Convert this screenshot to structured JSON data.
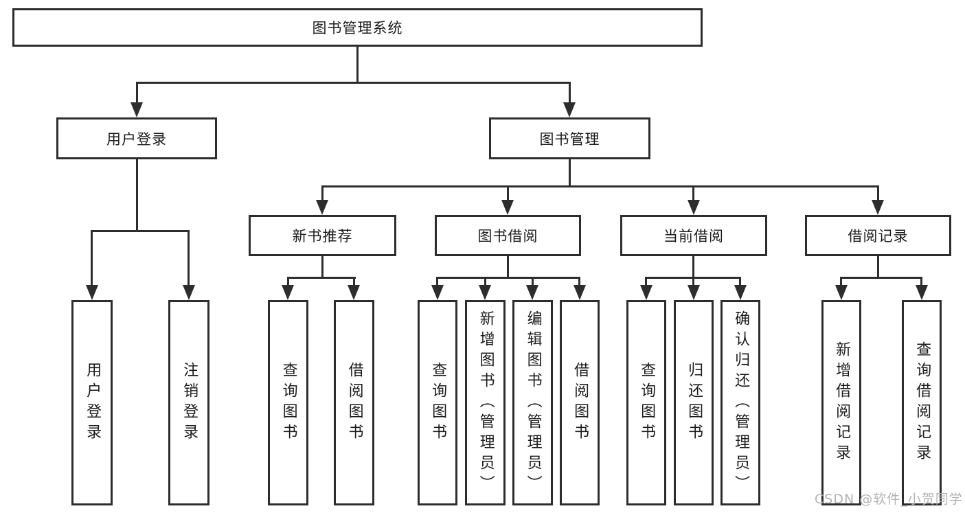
{
  "chart": {
    "root": {
      "label": "图书管理系统"
    },
    "user_login": {
      "label": "用户登录",
      "leaves": [
        "用户登录",
        "注销登录"
      ]
    },
    "book_mgmt": {
      "label": "图书管理",
      "groups": [
        {
          "label": "新书推荐",
          "leaves": [
            "查询图书",
            "借阅图书"
          ]
        },
        {
          "label": "图书借阅",
          "leaves": [
            "查询图书",
            "新增图书（管理员）",
            "编辑图书（管理员）",
            "借阅图书"
          ]
        },
        {
          "label": "当前借阅",
          "leaves": [
            "查询图书",
            "归还图书",
            "确认归还（管理员）"
          ]
        },
        {
          "label": "借阅记录",
          "leaves": [
            "新增借阅记录",
            "查询借阅记录"
          ]
        }
      ]
    },
    "watermark": "CSDN @软件_小贺同学"
  }
}
